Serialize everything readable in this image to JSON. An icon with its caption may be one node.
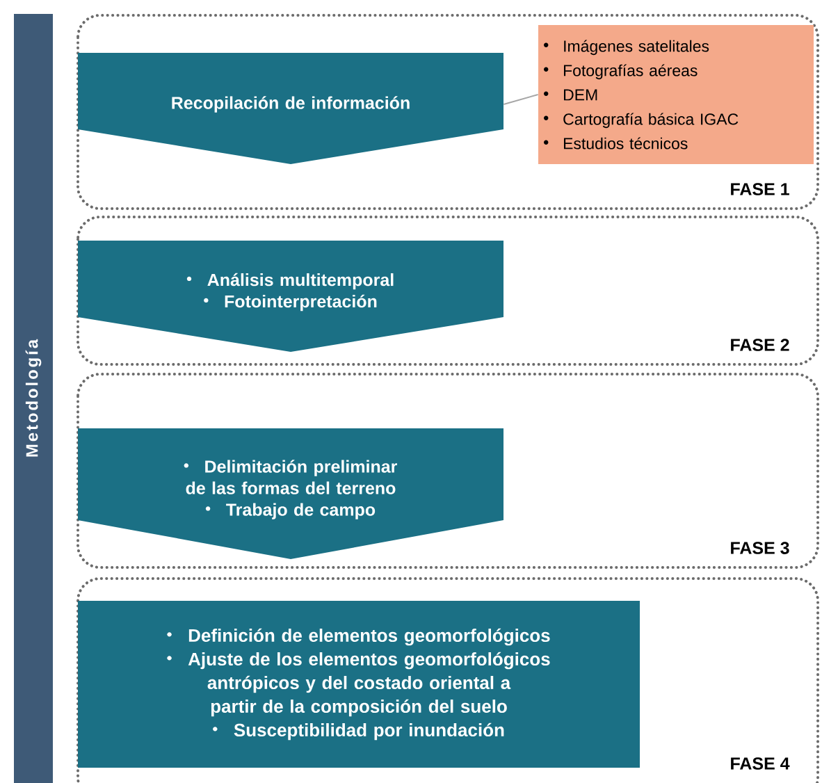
{
  "diagram": {
    "nodes": [
      {
        "text": [
          "Metodología"
        ]
      },
      {
        "text": [
          "FASE 1"
        ]
      },
      {
        "text": [
          "Recopilación de información"
        ],
        "in": 1
      },
      {
        "text": [
          "Imágenes satelitales",
          "Fotografías aéreas",
          "DEM",
          "Cartografía básica IGAC",
          "Estudios técnicos"
        ],
        "in": 1
      },
      {
        "text": [
          "FASE 2"
        ]
      },
      {
        "text": [
          "Análisis multitemporal",
          "Fotointerpretación"
        ],
        "in": 4
      },
      {
        "text": [
          "FASE 3"
        ]
      },
      {
        "text": [
          "Delimitación preliminar de las formas del terreno",
          "Trabajo de campo"
        ],
        "in": 6
      },
      {
        "text": [
          "FASE 4"
        ]
      },
      {
        "text": [
          "Definición de elementos geomorfológicos",
          "Ajuste de los elementos geomorfológicos antrópicos y del costado oriental a partir de la composición del suelo",
          "Susceptibilidad por inundación"
        ],
        "in": 8
      }
    ],
    "edges": [
      {
        "from": 2,
        "to": 3,
        "arrow": "none"
      }
    ]
  }
}
